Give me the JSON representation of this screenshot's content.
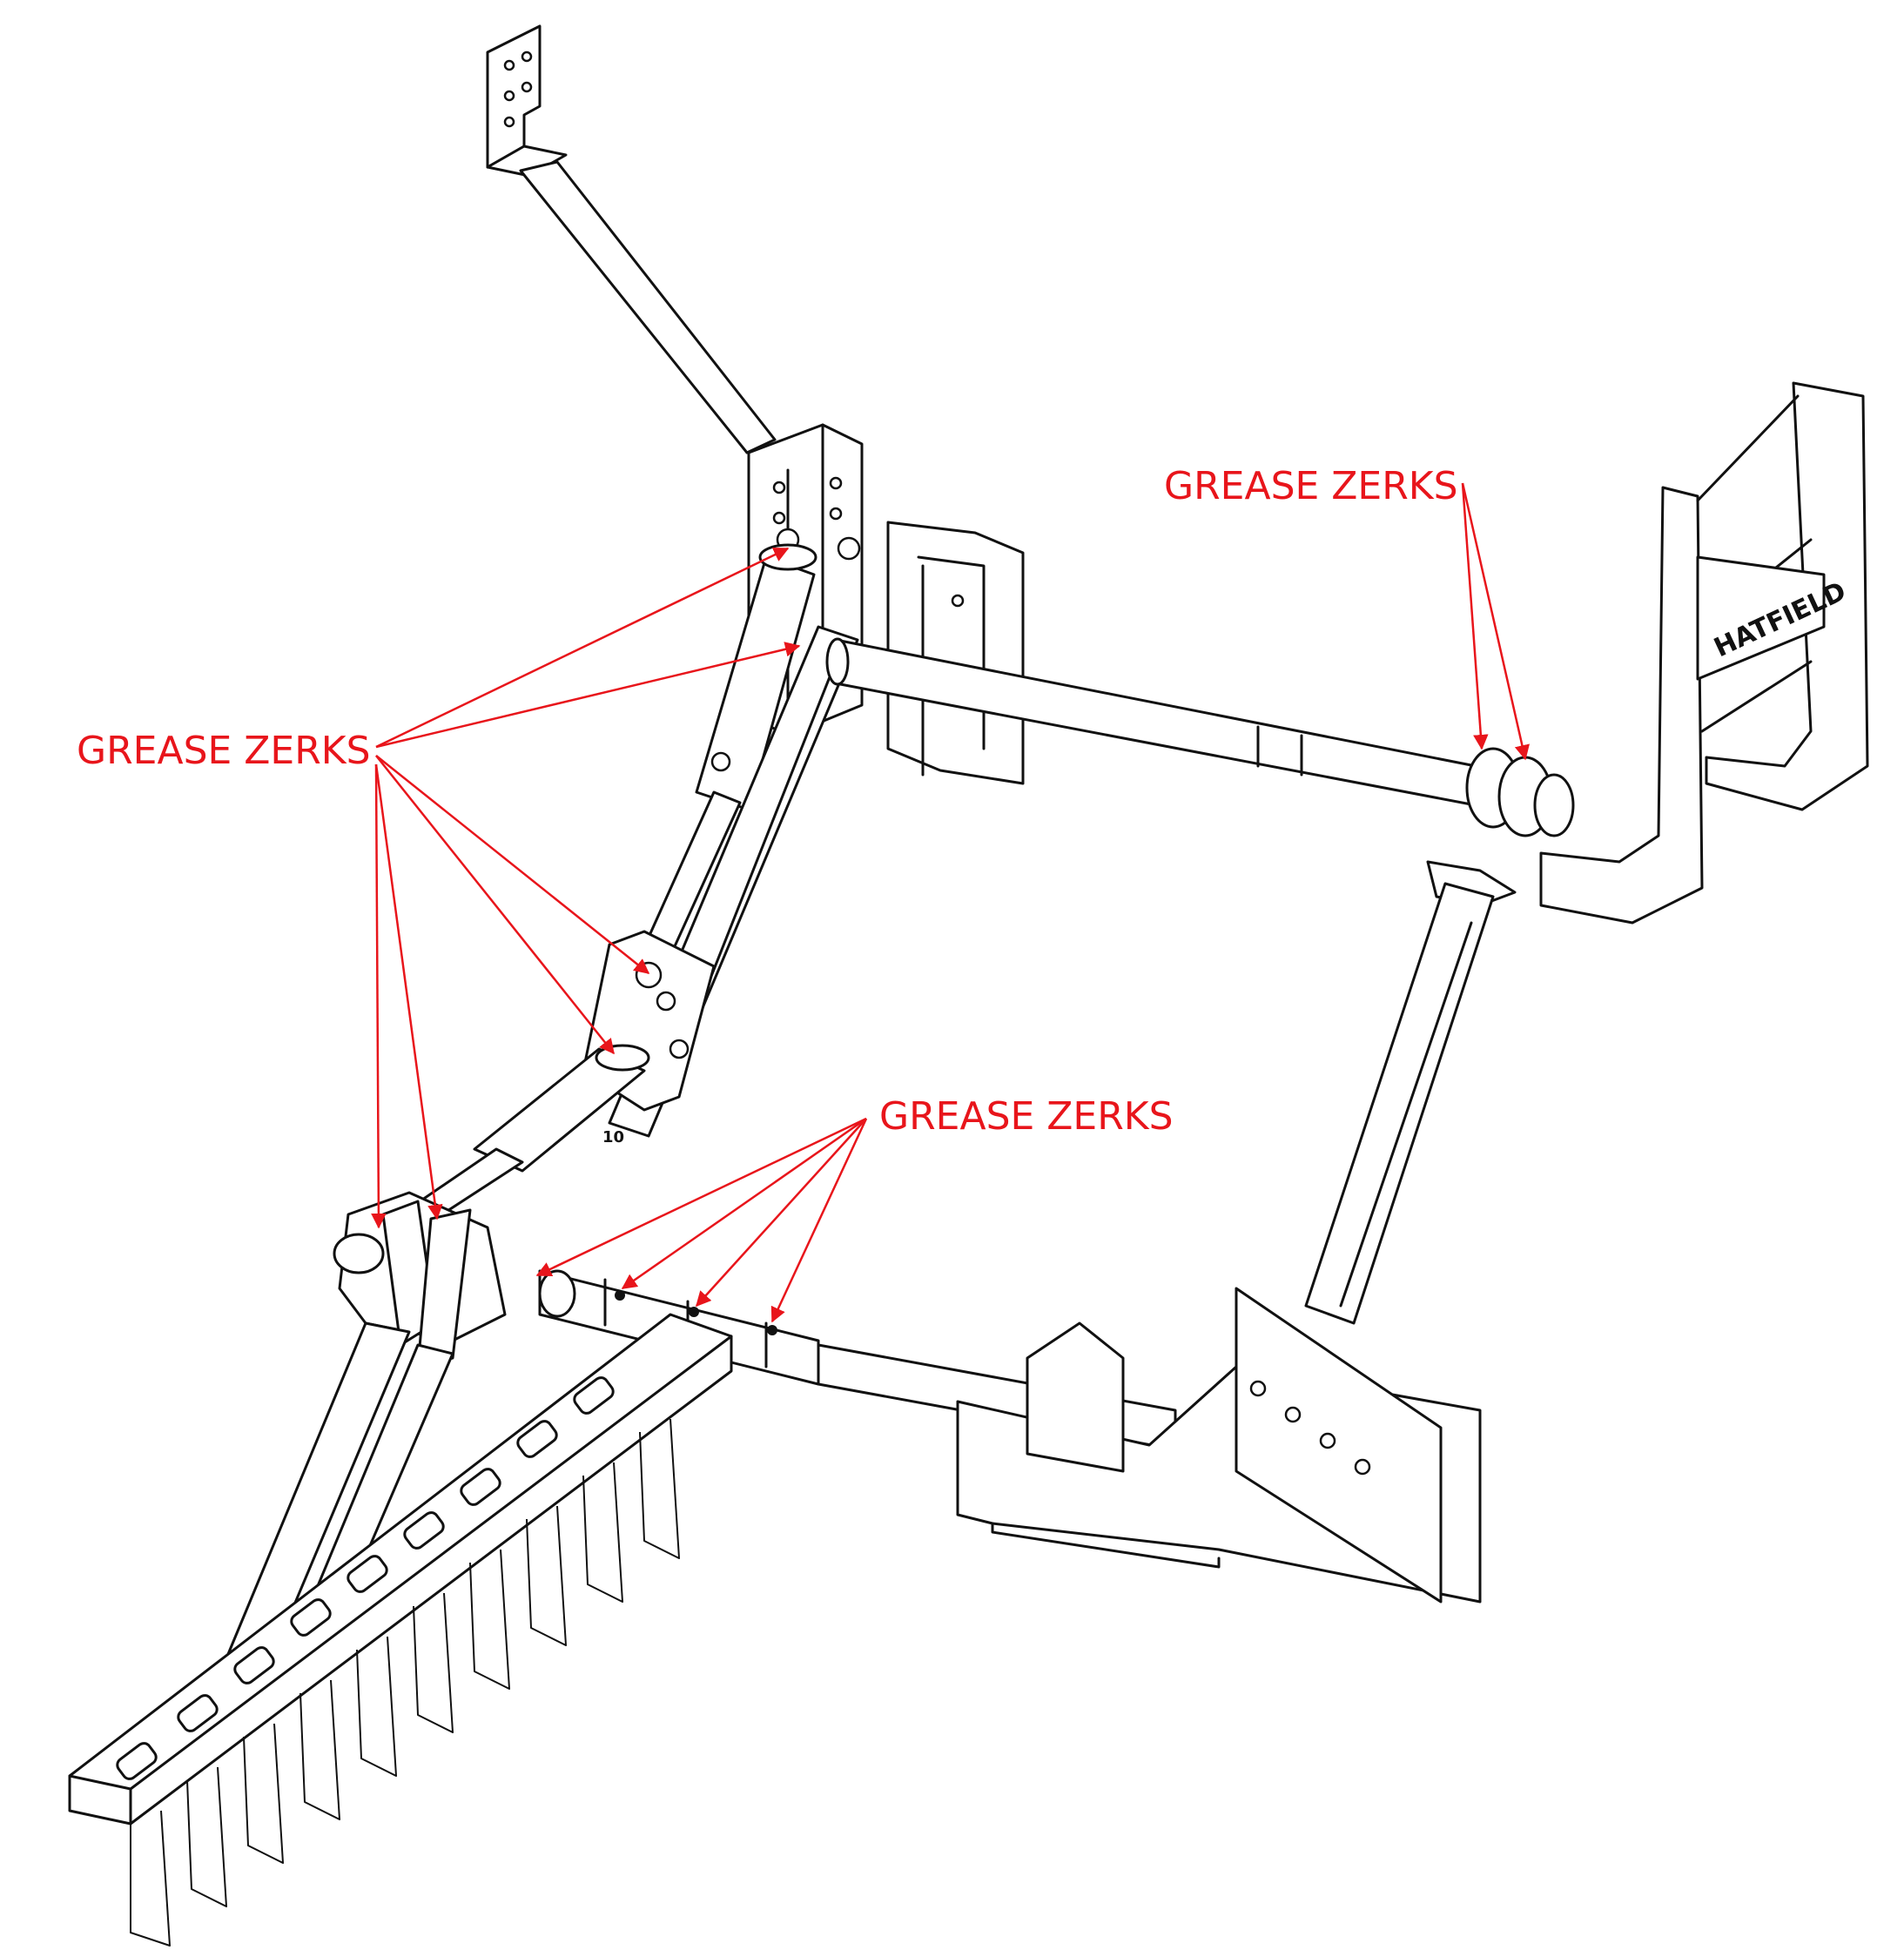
{
  "callouts": [
    {
      "id": "left",
      "label": "GREASE ZERKS",
      "target_count": 6
    },
    {
      "id": "center",
      "label": "GREASE ZERKS",
      "target_count": 4
    },
    {
      "id": "right",
      "label": "GREASE ZERKS",
      "target_count": 2
    }
  ],
  "frame_stamp": "HATFIELD",
  "colors": {
    "callout": "#e8151b",
    "line": "#111111",
    "background": "#ffffff"
  }
}
